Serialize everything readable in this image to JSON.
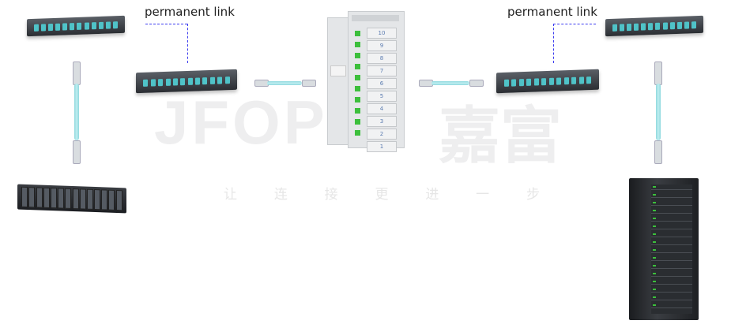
{
  "labels": {
    "left_link": "permanent link",
    "right_link": "permanent link"
  },
  "cabinet": {
    "module_numbers": [
      "10",
      "9",
      "8",
      "7",
      "6",
      "5",
      "4",
      "3",
      "2",
      "1"
    ]
  },
  "watermark": {
    "logo": "JFOPT",
    "brand_cn": "嘉富",
    "slogan": [
      "让",
      "连",
      "接",
      "更",
      "进",
      "一",
      "步"
    ]
  },
  "colors": {
    "dash": "#3b3bef",
    "port": "#4fc3c8",
    "cord": "#9edfe3",
    "accent_green": "#3cbf3c"
  }
}
